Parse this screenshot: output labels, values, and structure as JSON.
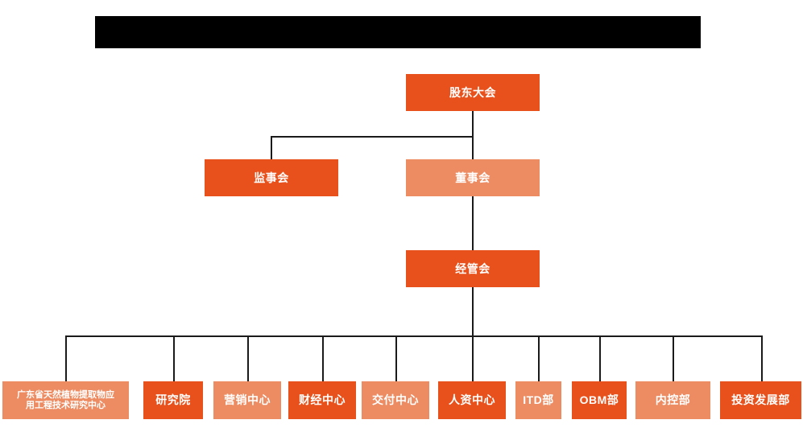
{
  "meta": {
    "background_color": "#ffffff",
    "accent_dark": "#E8511B",
    "accent_light": "#ED8C62",
    "line_color": "#1a1a1a",
    "text_color": "#ffffff"
  },
  "banner": {
    "name": "redacted-title-banner",
    "fill": "#000000",
    "text": ""
  },
  "chart_data": {
    "type": "diagram",
    "diagram_kind": "organizational-chart",
    "levels": [
      {
        "level": 1,
        "nodes": [
          {
            "id": "shareholders",
            "label": "股东大会",
            "fill": "dark"
          }
        ]
      },
      {
        "level": 2,
        "nodes": [
          {
            "id": "supervisors",
            "label": "监事会",
            "fill": "dark"
          },
          {
            "id": "directors",
            "label": "董事会",
            "fill": "light"
          }
        ]
      },
      {
        "level": 3,
        "nodes": [
          {
            "id": "management",
            "label": "经管会",
            "fill": "dark"
          }
        ]
      },
      {
        "level": 4,
        "nodes": [
          {
            "id": "gd-center",
            "label": "广东省天然植物提取物应用工程技术研究中心",
            "fill": "light"
          },
          {
            "id": "research-institute",
            "label": "研究院",
            "fill": "dark"
          },
          {
            "id": "marketing-center",
            "label": "营销中心",
            "fill": "light"
          },
          {
            "id": "finance-center",
            "label": "财经中心",
            "fill": "dark"
          },
          {
            "id": "delivery-center",
            "label": "交付中心",
            "fill": "light"
          },
          {
            "id": "hr-center",
            "label": "人资中心",
            "fill": "dark"
          },
          {
            "id": "itd-dept",
            "label": "ITD部",
            "fill": "light"
          },
          {
            "id": "obm-dept",
            "label": "OBM部",
            "fill": "dark"
          },
          {
            "id": "internal-control-dept",
            "label": "内控部",
            "fill": "light"
          },
          {
            "id": "investment-development-dept",
            "label": "投资发展部",
            "fill": "dark"
          }
        ]
      }
    ],
    "edges": [
      {
        "from": "shareholders",
        "to": "supervisors"
      },
      {
        "from": "shareholders",
        "to": "directors"
      },
      {
        "from": "directors",
        "to": "management"
      },
      {
        "from": "management",
        "to": "gd-center"
      },
      {
        "from": "management",
        "to": "research-institute"
      },
      {
        "from": "management",
        "to": "marketing-center"
      },
      {
        "from": "management",
        "to": "finance-center"
      },
      {
        "from": "management",
        "to": "delivery-center"
      },
      {
        "from": "management",
        "to": "hr-center"
      },
      {
        "from": "management",
        "to": "itd-dept"
      },
      {
        "from": "management",
        "to": "obm-dept"
      },
      {
        "from": "management",
        "to": "internal-control-dept"
      },
      {
        "from": "management",
        "to": "investment-development-dept"
      }
    ]
  },
  "nodes": {
    "shareholders": {
      "label": "股东大会"
    },
    "supervisors": {
      "label": "监事会"
    },
    "directors": {
      "label": "董事会"
    },
    "management": {
      "label": "经管会"
    },
    "gd_center_line1": {
      "label": "广东省天然植物提取物应"
    },
    "gd_center_line2": {
      "label": "用工程技术研究中心"
    },
    "research_institute": {
      "label": "研究院"
    },
    "marketing_center": {
      "label": "营销中心"
    },
    "finance_center": {
      "label": "财经中心"
    },
    "delivery_center": {
      "label": "交付中心"
    },
    "hr_center": {
      "label": "人资中心"
    },
    "itd_dept": {
      "label": "ITD部"
    },
    "obm_dept": {
      "label": "OBM部"
    },
    "internal_control_dept": {
      "label": "内控部"
    },
    "investment_development_dept": {
      "label": "投资发展部"
    }
  }
}
